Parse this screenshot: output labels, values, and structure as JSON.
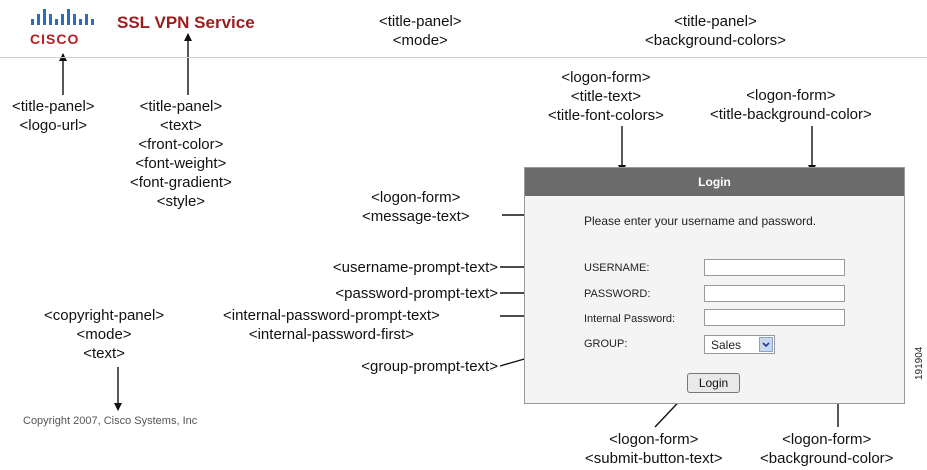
{
  "brand": {
    "logo_word": "CISCO",
    "title": "SSL VPN Service"
  },
  "callouts": {
    "title_mode": [
      "<title-panel>",
      "<mode>"
    ],
    "title_bg": [
      "<title-panel>",
      "<background-colors>"
    ],
    "logo_url": [
      "<title-panel>",
      "<logo-url>"
    ],
    "title_text": [
      "<title-panel>",
      "<text>",
      "<front-color>",
      "<font-weight>",
      "<font-gradient>",
      "<style>"
    ],
    "form_title": [
      "<logon-form>",
      "<title-text>",
      "<title-font-colors>"
    ],
    "form_title_bg": [
      "<logon-form>",
      "<title-background-color>"
    ],
    "message": [
      "<logon-form>",
      "<message-text>"
    ],
    "username": "<username-prompt-text>",
    "password": "<password-prompt-text>",
    "internal_password": [
      "<internal-password-prompt-text>",
      "<internal-password-first>"
    ],
    "group": "<group-prompt-text>",
    "copyright": [
      "<copyright-panel>",
      "<mode>",
      "<text>"
    ],
    "submit": [
      "<logon-form>",
      "<submit-button-text>"
    ],
    "form_bg": [
      "<logon-form>",
      "<background-color>"
    ]
  },
  "login": {
    "title": "Login",
    "message": "Please enter your username and password.",
    "username_label": "USERNAME:",
    "password_label": "PASSWORD:",
    "internal_password_label": "Internal Password:",
    "group_label": "GROUP:",
    "group_value": "Sales",
    "submit_label": "Login"
  },
  "copyright_text": "Copyright 2007, Cisco Systems, Inc",
  "figure_code": "191904"
}
